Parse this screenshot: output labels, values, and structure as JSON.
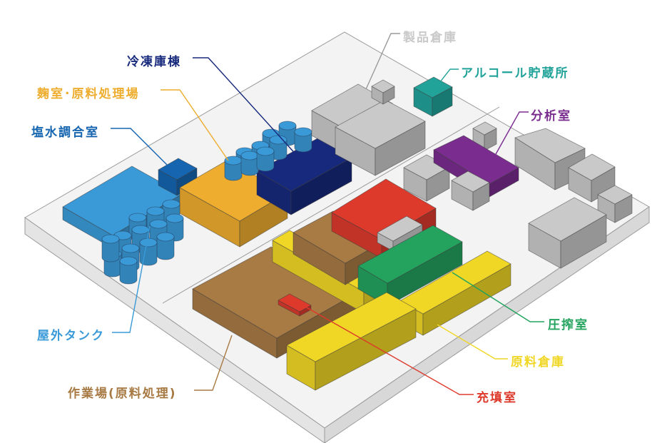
{
  "colors": {
    "site": "#f3f3f3",
    "site_edge": "#9a9a9a",
    "gray_building": "#c9c9c9",
    "outdoor_tank": "#3a9ad8",
    "salt_water_room": "#1565b0",
    "koji_room": "#eead2f",
    "freezer": "#17297c",
    "product_warehouse": "#c9c9c9",
    "alcohol_storage": "#21a39a",
    "analysis_room": "#7a2c8f",
    "press_room": "#23a35e",
    "raw_material_warehouse": "#f1d725",
    "workshop": "#a87a44",
    "filling_room": "#dd3a2c"
  },
  "labels": {
    "freezer": "冷凍庫棟",
    "koji_room": "麹室･原料処理場",
    "salt_water_room": "塩水調合室",
    "outdoor_tank": "屋外タンク",
    "workshop": "作業場(原料処理)",
    "product_warehouse": "製品倉庫",
    "alcohol_storage": "アルコール貯蔵所",
    "analysis_room": "分析室",
    "press_room": "圧搾室",
    "raw_material_warehouse": "原料倉庫",
    "filling_room": "充填室"
  }
}
